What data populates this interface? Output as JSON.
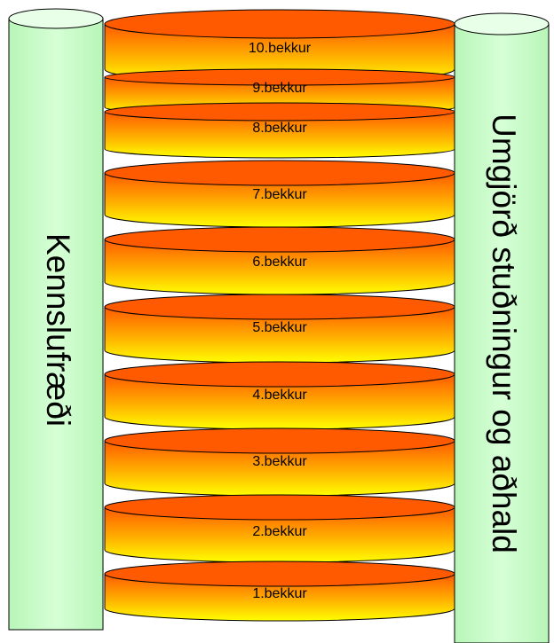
{
  "diagram": {
    "left_pillar": {
      "label": "Kennslufræði"
    },
    "right_pillar": {
      "label": "Umgjörð stuðningur og aðhald"
    },
    "grades": [
      "1.bekkur",
      "2.bekkur",
      "3.bekkur",
      "4.bekkur",
      "5.bekkur",
      "6.bekkur",
      "7.bekkur",
      "8.bekkur",
      "9.bekkur",
      "10.bekkur"
    ],
    "colors": {
      "pillar_fill": "#ccffcc",
      "pillar_top": "#e8ffe8",
      "disc_top": "#ff5a00",
      "disc_bottom": "#ffff00",
      "outline": "#000000"
    }
  }
}
